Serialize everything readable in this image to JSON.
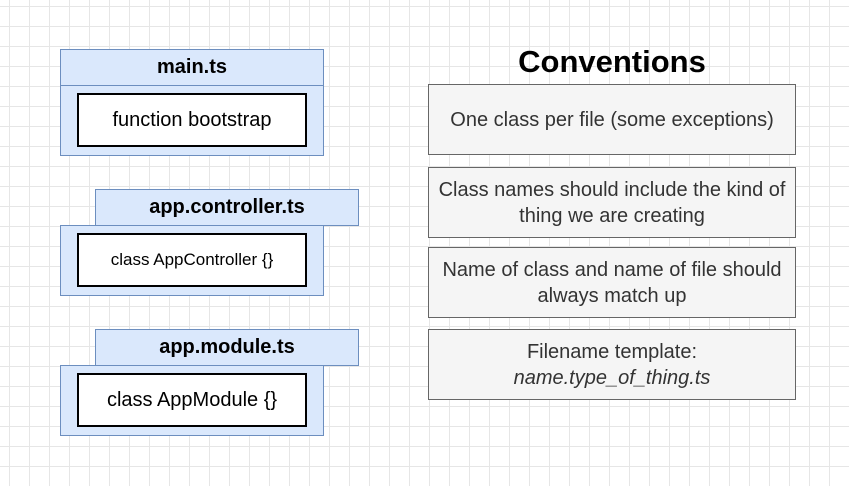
{
  "files": {
    "main": {
      "name": "main.ts",
      "code": "function bootstrap"
    },
    "controller": {
      "name": "app.controller.ts",
      "code": "class AppController {}"
    },
    "module": {
      "name": "app.module.ts",
      "code": "class AppModule {}"
    }
  },
  "conventions": {
    "title": "Conventions",
    "items": [
      {
        "text": "One class per file (some exceptions)"
      },
      {
        "text": "Class names should include the kind of thing we are creating"
      },
      {
        "text": "Name of class and name of file should always match up"
      },
      {
        "text": "Filename template:",
        "example": "name.type_of_thing.ts"
      }
    ]
  },
  "colors": {
    "file_fill": "#dae8fc",
    "file_stroke": "#6c8ebf",
    "note_fill": "#f5f5f5",
    "note_stroke": "#666666"
  }
}
